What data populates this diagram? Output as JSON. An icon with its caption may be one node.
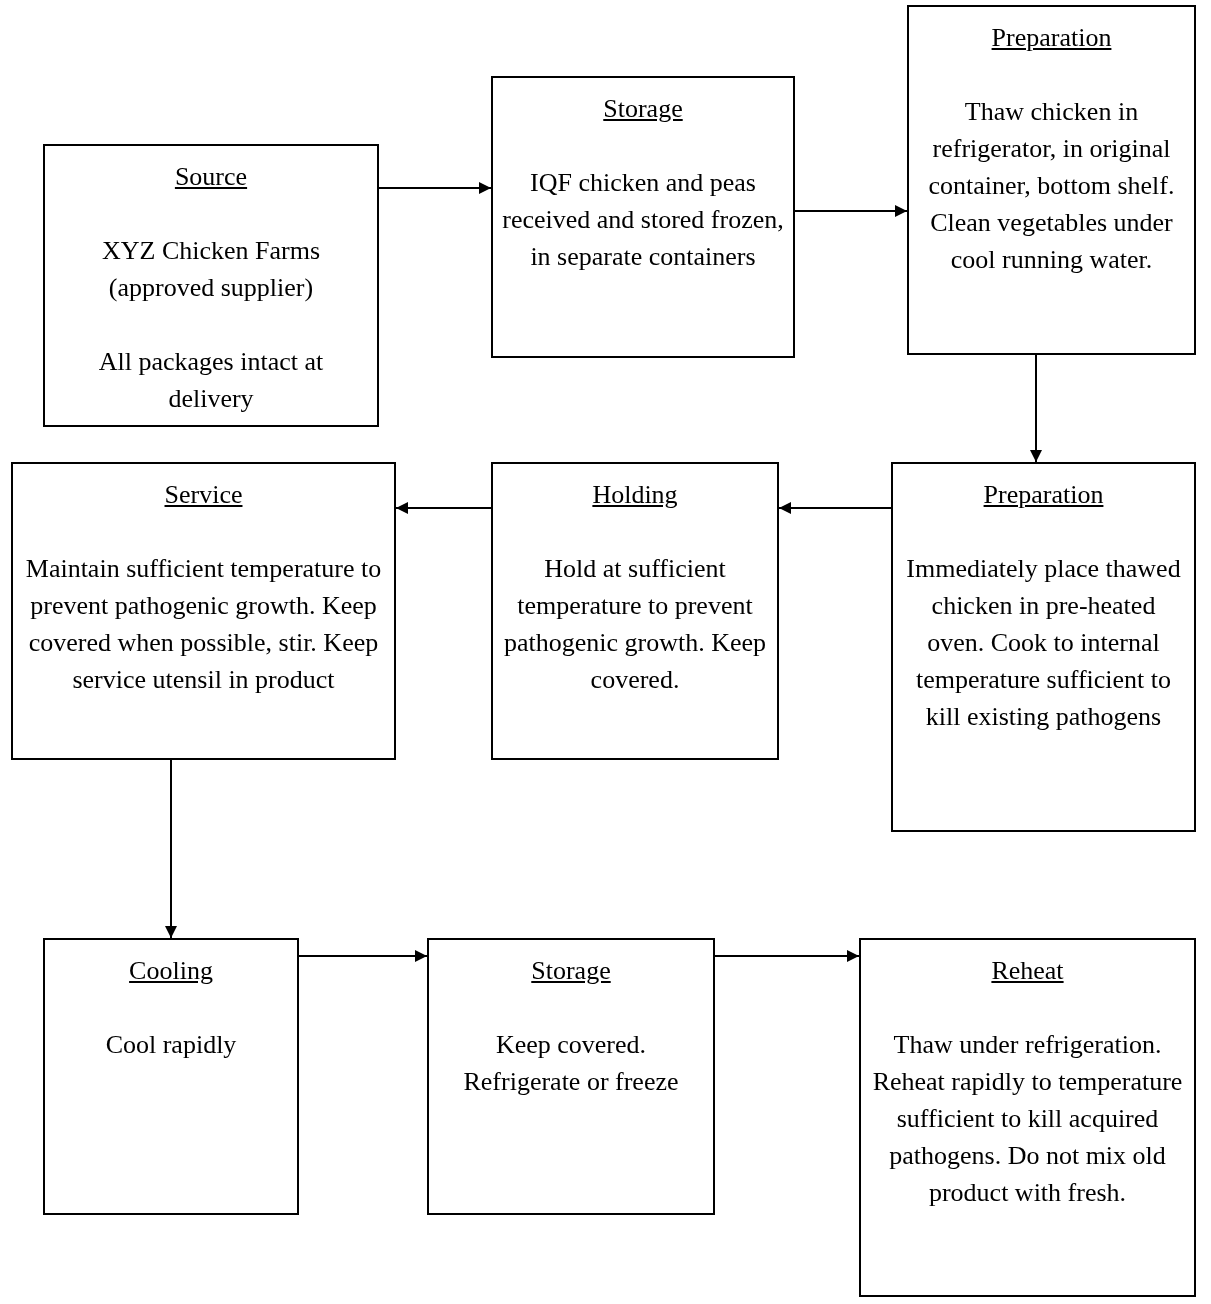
{
  "diagram": {
    "nodes": [
      {
        "text": [
          "Source",
          "XYZ Chicken Farms (approved supplier)",
          "All packages intact at delivery"
        ]
      },
      {
        "text": [
          "Storage",
          "IQF chicken and peas received and stored frozen, in separate containers"
        ]
      },
      {
        "text": [
          "Preparation",
          "Thaw chicken in refrigerator, in original container, bottom shelf. Clean vegetables under cool running water."
        ]
      },
      {
        "text": [
          "Preparation",
          "Immediately place thawed chicken in pre-heated oven. Cook to internal temperature sufficient to kill existing pathogens"
        ]
      },
      {
        "text": [
          "Holding",
          "Hold at sufficient temperature to prevent pathogenic growth. Keep covered."
        ]
      },
      {
        "text": [
          "Service",
          "Maintain sufficient temperature to prevent pathogenic growth. Keep covered when possible, stir. Keep service utensil in product"
        ]
      },
      {
        "text": [
          "Cooling",
          "Cool rapidly"
        ]
      },
      {
        "text": [
          "Storage",
          "Keep covered. Refrigerate or freeze"
        ]
      },
      {
        "text": [
          "Reheat",
          "Thaw under refrigeration. Reheat rapidly to temperature sufficient to kill acquired pathogens. Do not mix old product with fresh."
        ]
      }
    ],
    "edges": [
      {
        "from": 0,
        "to": 1,
        "arrow": "to"
      },
      {
        "from": 1,
        "to": 2,
        "arrow": "to"
      },
      {
        "from": 2,
        "to": 3,
        "arrow": "to"
      },
      {
        "from": 3,
        "to": 4,
        "arrow": "to"
      },
      {
        "from": 4,
        "to": 5,
        "arrow": "to"
      },
      {
        "from": 5,
        "to": 6,
        "arrow": "to"
      },
      {
        "from": 6,
        "to": 7,
        "arrow": "to"
      },
      {
        "from": 7,
        "to": 8,
        "arrow": "to"
      }
    ]
  }
}
